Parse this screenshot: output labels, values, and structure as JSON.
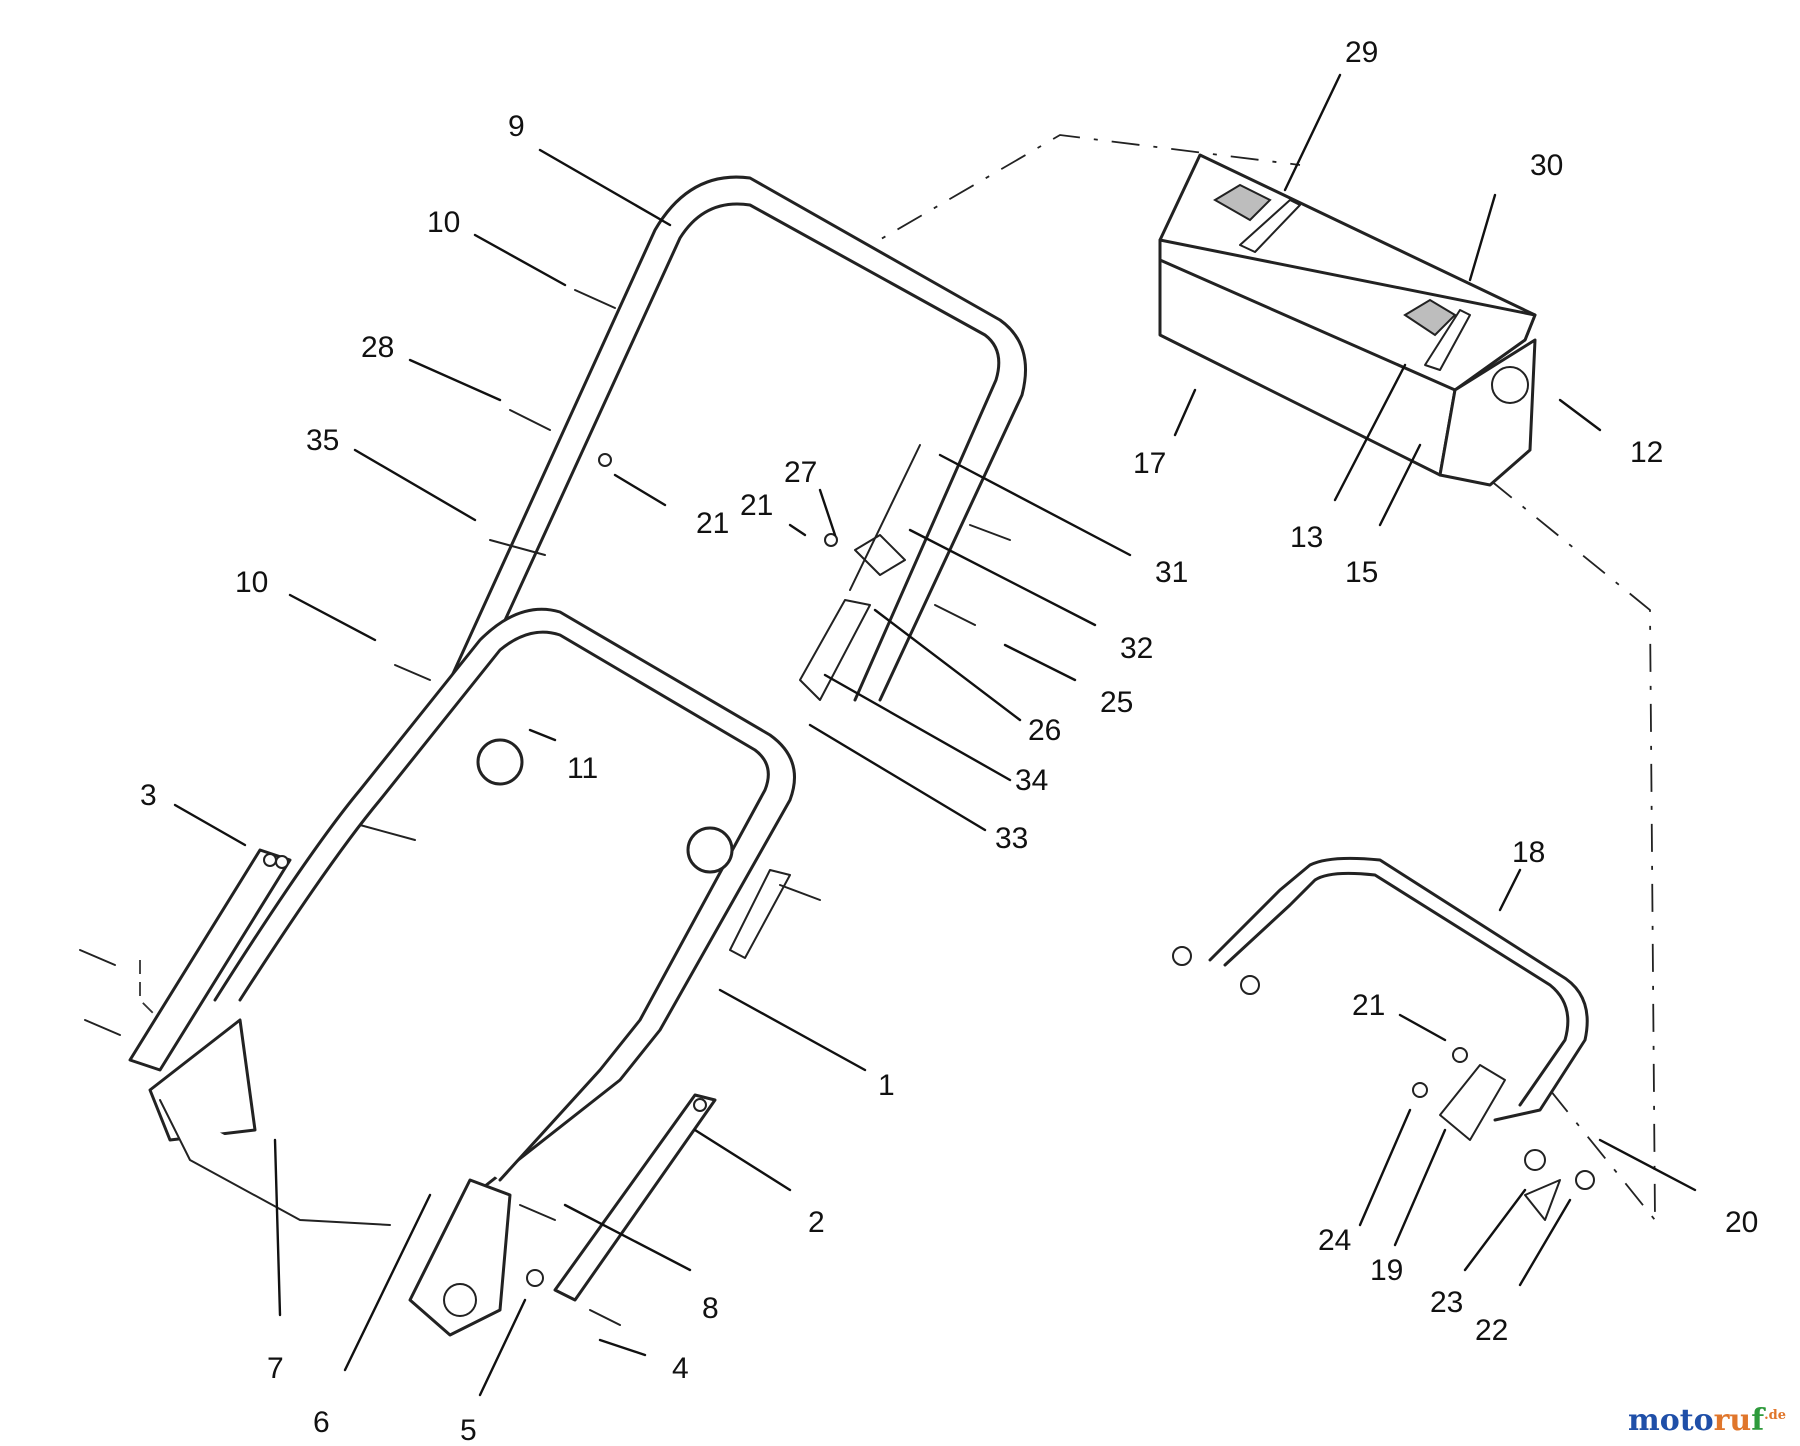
{
  "callouts": [
    "29",
    "9",
    "30",
    "10",
    "28",
    "12",
    "17",
    "21",
    "27",
    "21",
    "35",
    "31",
    "13",
    "15",
    "10",
    "32",
    "25",
    "26",
    "11",
    "34",
    "3",
    "33",
    "18",
    "21",
    "1",
    "2",
    "20",
    "8",
    "24",
    "19",
    "23",
    "22",
    "7",
    "4",
    "6",
    "5"
  ],
  "watermark": {
    "text": "motoruf",
    "suffix": ".de",
    "colors": [
      "#1f4fa8",
      "#e0762b",
      "#2e9a3c"
    ]
  }
}
